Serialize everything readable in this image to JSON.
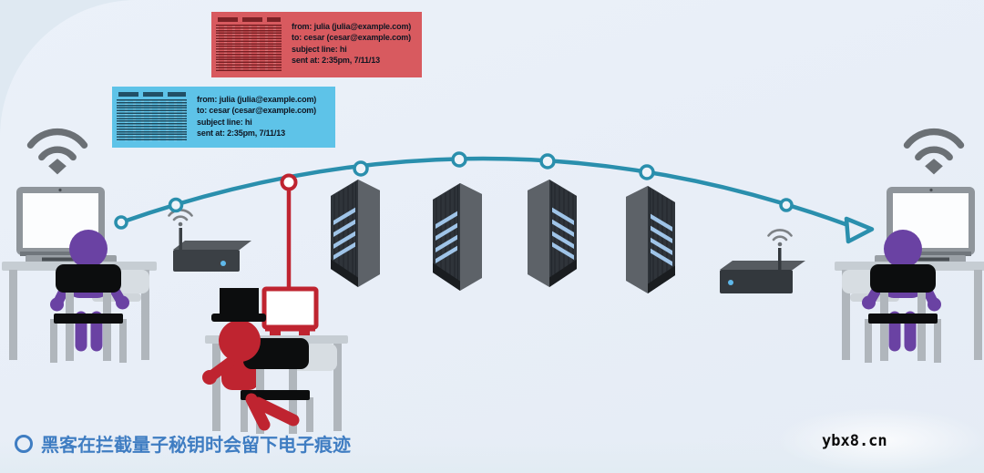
{
  "notes": {
    "red": {
      "from": "from: julia (julia@example.com)",
      "to": "to: cesar (cesar@example.com)",
      "subject_line": "subject line: hi",
      "sent_at": "sent at: 2:35pm, 7/11/13"
    },
    "blue": {
      "from": "from: julia (julia@example.com)",
      "to": "to: cesar (cesar@example.com)",
      "subject_line": "subject line: hi",
      "sent_at": "sent at: 2:35pm, 7/11/13"
    }
  },
  "caption": {
    "text": "黑客在拦截量子秘钥时会留下电子痕迹"
  },
  "watermark": "ybx8.cn",
  "colors": {
    "teal": "#2a8fad",
    "note-red": "#d85a5f",
    "note-blue": "#5ec3e8",
    "purple": "#6a42a3",
    "hacker-red": "#bf2430",
    "caption-blue": "#3f7dc2",
    "device-dark": "#3b4045",
    "desk-gray": "#c6cdd3",
    "chair-black": "#0c0d0e",
    "metal": "#b0b6bc",
    "shelf": "#d7dde2",
    "gray-icon": "#6b7075",
    "server-front": "#2f343a",
    "server-side": "#5d6268",
    "server-top": "#70757a",
    "server-stripe": "#9fc4e8",
    "led-blue": "#5fb8ea"
  },
  "icons": {
    "wifi-icon": "two arcs + wedge wireless signal",
    "router-icon": "3d box with antenna and signal arcs",
    "server-icon": "isometric server tower with blue stripes",
    "laptop-icon": "open laptop on desk",
    "person-icon": "seated figure on chair",
    "top-hat-icon": "black top hat on hacker",
    "monitor-icon": "red-outlined monitor",
    "node-icon": "hollow circle waypoint on link",
    "arrow-icon": "open triangle arrowhead",
    "bullet-icon": "hollow circle list bullet"
  }
}
